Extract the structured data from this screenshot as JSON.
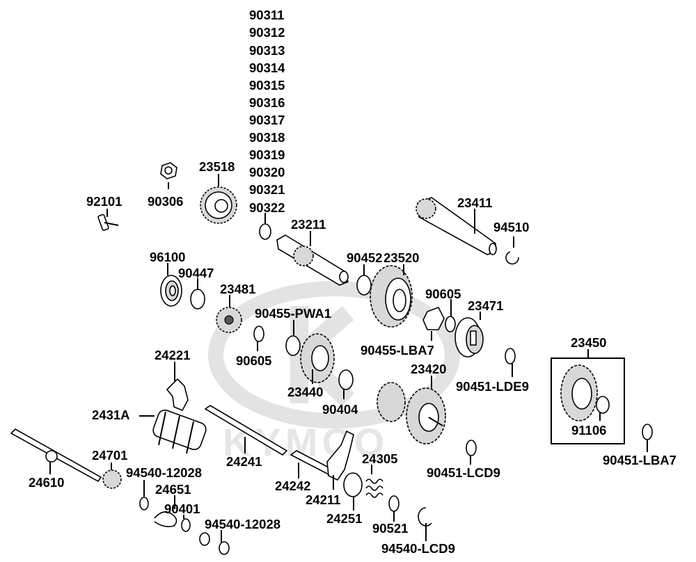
{
  "watermark": {
    "brand": "KYMCO"
  },
  "stack_labels": [
    "90311",
    "90312",
    "90313",
    "90314",
    "90315",
    "90316",
    "90317",
    "90318",
    "90319",
    "90320",
    "90321",
    "90322"
  ],
  "labels": {
    "p92101": "92101",
    "p90306": "90306",
    "p23518": "23518",
    "p23211": "23211",
    "p23411": "23411",
    "p94510": "94510",
    "p96100": "96100",
    "p90447": "90447",
    "p23481": "23481",
    "p90452": "90452",
    "p23520": "23520",
    "p90455pwa1": "90455-PWA1",
    "p90605a": "90605",
    "p90605b": "90605",
    "p23471": "23471",
    "p90455lba7": "90455-LBA7",
    "p23450": "23450",
    "p24221": "24221",
    "p23440": "23440",
    "p23420": "23420",
    "p90451lde9": "90451-LDE9",
    "p2431a": "2431A",
    "p90404": "90404",
    "p91106": "91106",
    "p24241": "24241",
    "p24701": "24701",
    "p94540_12028a": "94540-12028",
    "p24305": "24305",
    "p90451lcd9": "90451-LCD9",
    "p90451lba7": "90451-LBA7",
    "p24610": "24610",
    "p24242": "24242",
    "p24651": "24651",
    "p90401": "90401",
    "p24211": "24211",
    "p24251": "24251",
    "p90521": "90521",
    "p94540_12028b": "94540-12028",
    "p94540lcd9": "94540-LCD9"
  }
}
